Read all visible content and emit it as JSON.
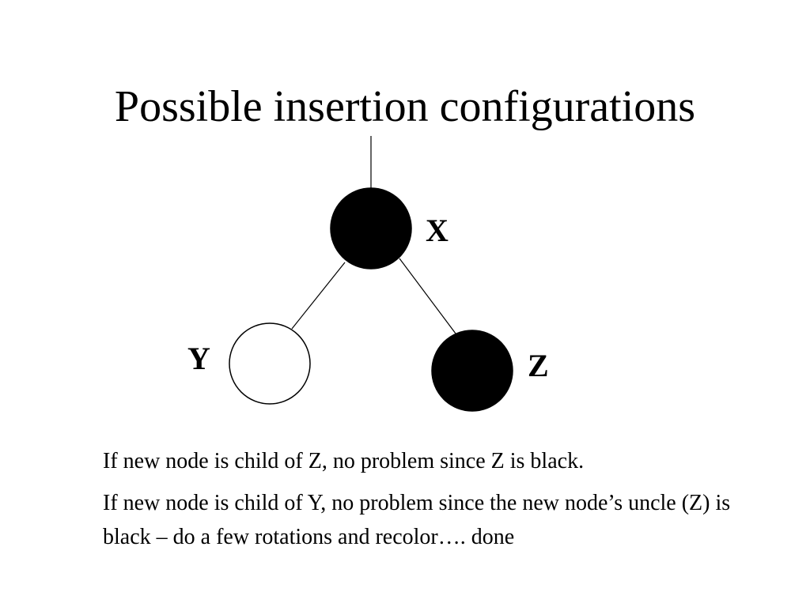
{
  "slide": {
    "title": "Possible insertion configurations"
  },
  "tree": {
    "nodes": [
      {
        "id": "x",
        "label": "X",
        "color": "black"
      },
      {
        "id": "y",
        "label": "Y",
        "color": "white"
      },
      {
        "id": "z",
        "label": "Z",
        "color": "black"
      }
    ],
    "edges": [
      {
        "from": "parent",
        "to": "x"
      },
      {
        "from": "x",
        "to": "y"
      },
      {
        "from": "x",
        "to": "z"
      }
    ]
  },
  "notes": [
    "If new node is child of Z, no problem since Z is black.",
    "If new node is child of Y, no problem since the new node’s uncle (Z) is black – do a few rotations and recolor…. done"
  ]
}
